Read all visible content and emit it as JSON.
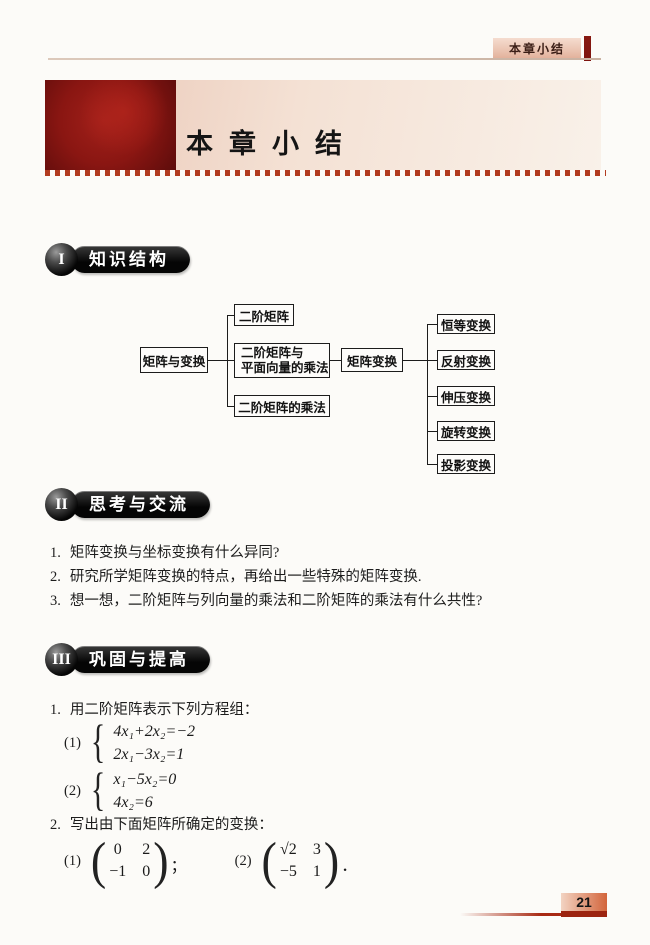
{
  "header": {
    "tab_label": "本章小结"
  },
  "banner": {
    "title": "本章小结"
  },
  "sections": {
    "s1": {
      "numeral": "I",
      "title": "知识结构"
    },
    "s2": {
      "numeral": "II",
      "title": "思考与交流"
    },
    "s3": {
      "numeral": "III",
      "title": "巩固与提高"
    }
  },
  "flowchart": {
    "root": "矩阵与变换",
    "branch1": "二阶矩阵",
    "branch2_line1": "二阶矩阵与",
    "branch2_line2": "平面向量的乘法",
    "branch3": "二阶矩阵的乘法",
    "mid": "矩阵变换",
    "leaf1": "恒等变换",
    "leaf2": "反射变换",
    "leaf3": "伸压变换",
    "leaf4": "旋转变换",
    "leaf5": "投影变换"
  },
  "questions": {
    "q1_num": "1.",
    "q1": "矩阵变换与坐标变换有什么异同?",
    "q2_num": "2.",
    "q2": "研究所学矩阵变换的特点，再给出一些特殊的矩阵变换.",
    "q3_num": "3.",
    "q3": "想一想，二阶矩阵与列向量的乘法和二阶矩阵的乘法有什么共性?"
  },
  "practice": {
    "p1_num": "1.",
    "p1_intro": "用二阶矩阵表示下列方程组：",
    "brace": "{",
    "paren_l": "(",
    "paren_r": ")",
    "sys1_label": "(1)",
    "sys1_line1": "4x₁+2x₂=−2",
    "sys1_line2": "2x₁−3x₂=1",
    "sys2_label": "(2)",
    "sys2_line1": "x₁−5x₂=0",
    "sys2_line2": "4x₂=6",
    "p2_num": "2.",
    "p2_intro": "写出由下面矩阵所确定的变换：",
    "m1_label": "(1)",
    "m1_r1c1": "0",
    "m1_r1c2": "2",
    "m1_r2c1": "−1",
    "m1_r2c2": "0",
    "m1_suffix": "；",
    "m2_label": "(2)",
    "m2_r1c1": "√2",
    "m2_r1c2": "3",
    "m2_r2c1": "−5",
    "m2_r2c2": "1",
    "m2_suffix": "．"
  },
  "footer": {
    "page_number": "21"
  }
}
